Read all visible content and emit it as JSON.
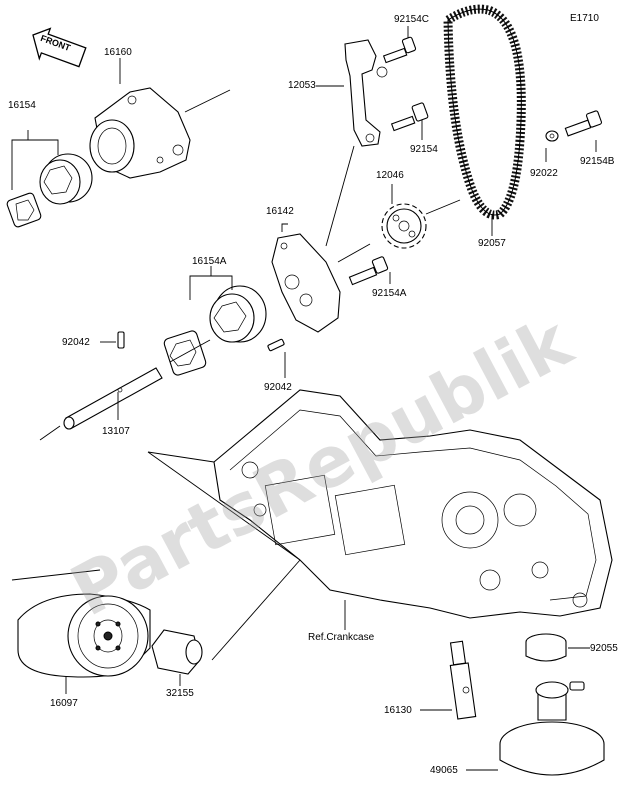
{
  "diagram_code": "E1710",
  "front_label": "FRONT",
  "watermark": "PartsRepublik",
  "parts": {
    "p16160": "16160",
    "p16154": "16154",
    "p12053": "12053",
    "p92154C": "92154C",
    "p92154": "92154",
    "p12046": "12046",
    "p16142": "16142",
    "p92022": "92022",
    "p92154B": "92154B",
    "p92057": "92057",
    "p16154A": "16154A",
    "p92154A": "92154A",
    "p92042a": "92042",
    "p92042b": "92042",
    "p13107": "13107",
    "ref_crankcase": "Ref.Crankcase",
    "p92055": "92055",
    "p16097": "16097",
    "p32155": "32155",
    "p16130": "16130",
    "p49065": "49065"
  }
}
